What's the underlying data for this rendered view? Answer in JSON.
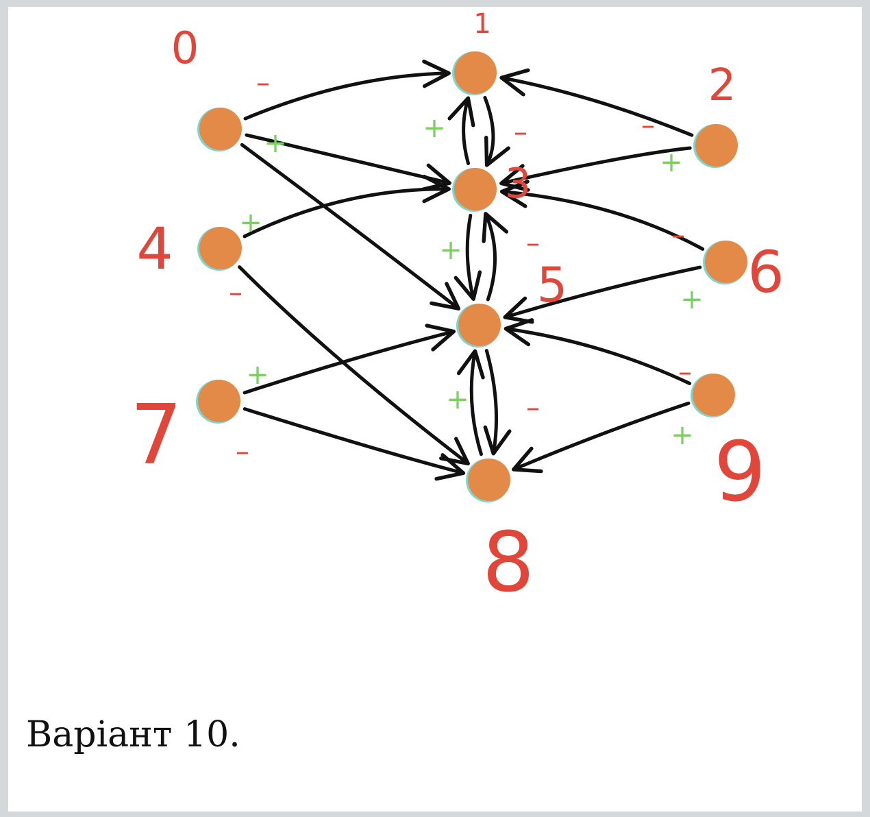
{
  "caption": "Варіант 10.",
  "colors": {
    "node_fill": "#e48a48",
    "node_outline": "#7fd6d0",
    "label": "#e0463a",
    "plus": "#7ccf62",
    "minus": "#e0463a",
    "edge": "#111111"
  },
  "diagram": {
    "nodes": [
      {
        "id": "0",
        "label": "0"
      },
      {
        "id": "1",
        "label": "1"
      },
      {
        "id": "2",
        "label": "2"
      },
      {
        "id": "3",
        "label": "3"
      },
      {
        "id": "4",
        "label": "4"
      },
      {
        "id": "5",
        "label": "5"
      },
      {
        "id": "6",
        "label": "6"
      },
      {
        "id": "7",
        "label": "7"
      },
      {
        "id": "8",
        "label": "8"
      },
      {
        "id": "9",
        "label": "9"
      }
    ],
    "edges": [
      {
        "from": "0",
        "to": "1",
        "sign": "-"
      },
      {
        "from": "0",
        "to": "3",
        "sign": "+"
      },
      {
        "from": "0",
        "to": "5"
      },
      {
        "from": "4",
        "to": "3",
        "sign": "+"
      },
      {
        "from": "4",
        "to": "8",
        "sign": "-"
      },
      {
        "from": "7",
        "to": "5",
        "sign": "+"
      },
      {
        "from": "7",
        "to": "8",
        "sign": "-"
      },
      {
        "from": "2",
        "to": "1",
        "sign": "-"
      },
      {
        "from": "2",
        "to": "3",
        "sign": "+"
      },
      {
        "from": "6",
        "to": "3",
        "sign": "-"
      },
      {
        "from": "6",
        "to": "5",
        "sign": "+"
      },
      {
        "from": "9",
        "to": "5",
        "sign": "-"
      },
      {
        "from": "9",
        "to": "8",
        "sign": "+"
      },
      {
        "from": "3",
        "to": "1",
        "sign": "+"
      },
      {
        "from": "1",
        "to": "3",
        "sign": "-"
      },
      {
        "from": "3",
        "to": "5",
        "sign": "+"
      },
      {
        "from": "5",
        "to": "3",
        "sign": "-"
      },
      {
        "from": "8",
        "to": "5",
        "sign": "+"
      },
      {
        "from": "5",
        "to": "8",
        "sign": "-"
      }
    ],
    "sign_glyphs": {
      "plus": "+",
      "minus": "–"
    }
  }
}
